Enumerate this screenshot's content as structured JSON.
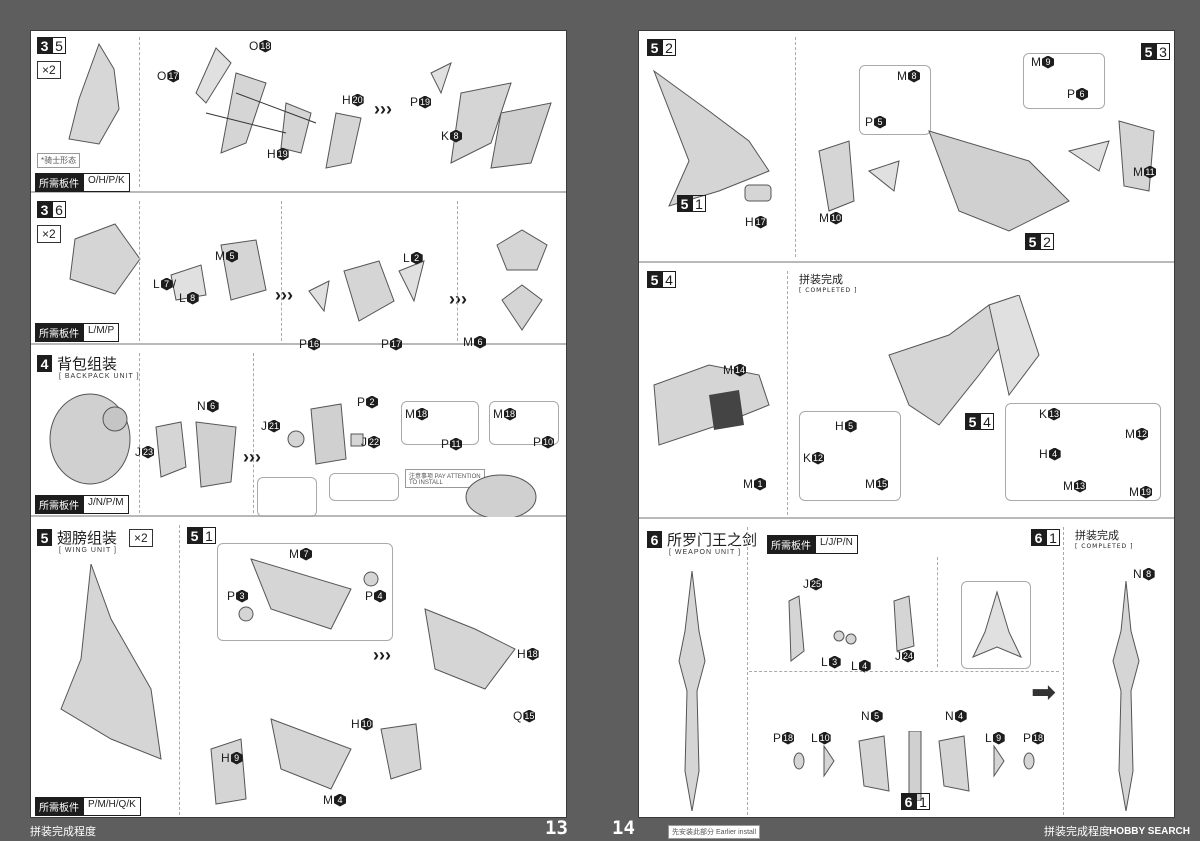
{
  "pages": {
    "left_number": "13",
    "right_number": "14"
  },
  "footer": {
    "left_text": "拼装完成程度",
    "right_text": "拼装完成程度",
    "watermark": "HOBBY SEARCH"
  },
  "left": {
    "s35": {
      "num": "3",
      "sub": "5",
      "times": "×2",
      "note": "*骑士形态",
      "parts_label": "所需板件",
      "parts": "O/H/P/K",
      "labels": [
        {
          "l": "O",
          "n": "18"
        },
        {
          "l": "O",
          "n": "17"
        },
        {
          "l": "H",
          "n": "20"
        },
        {
          "l": "H",
          "n": "19"
        },
        {
          "l": "P",
          "n": "19"
        },
        {
          "l": "K",
          "n": "8"
        }
      ]
    },
    "s36": {
      "num": "3",
      "sub": "6",
      "times": "×2",
      "parts_label": "所需板件",
      "parts": "L/M/P",
      "labels": [
        {
          "l": "M",
          "n": "5"
        },
        {
          "l": "L",
          "n": "7"
        },
        {
          "l": "L",
          "n": "8"
        },
        {
          "l": "L",
          "n": "2"
        },
        {
          "l": "P",
          "n": "16"
        },
        {
          "l": "P",
          "n": "17"
        },
        {
          "l": "M",
          "n": "6"
        }
      ]
    },
    "s4": {
      "num": "4",
      "title": "背包组装",
      "subtitle": "[ BACKPACK UNIT ]",
      "parts_label": "所需板件",
      "parts": "J/N/P/M",
      "warn": "注意事项 PAY ATTENTION TO INSTALL",
      "labels": [
        {
          "l": "N",
          "n": "6"
        },
        {
          "l": "J",
          "n": "23"
        },
        {
          "l": "J",
          "n": "21"
        },
        {
          "l": "P",
          "n": "2"
        },
        {
          "l": "J",
          "n": "22"
        },
        {
          "l": "M",
          "n": "18"
        },
        {
          "l": "P",
          "n": "11"
        },
        {
          "l": "M",
          "n": "18"
        },
        {
          "l": "P",
          "n": "10"
        }
      ]
    },
    "s5": {
      "num": "5",
      "title": "翅膀组装",
      "subtitle": "[ WING UNIT ]",
      "times": "×2",
      "parts_label": "所需板件",
      "parts": "P/M/H/Q/K",
      "step": {
        "num": "5",
        "sub": "1"
      },
      "labels": [
        {
          "l": "M",
          "n": "7"
        },
        {
          "l": "P",
          "n": "3"
        },
        {
          "l": "P",
          "n": "4"
        },
        {
          "l": "H",
          "n": "18"
        },
        {
          "l": "Q",
          "n": "15"
        },
        {
          "l": "H",
          "n": "10"
        },
        {
          "l": "H",
          "n": "9"
        },
        {
          "l": "M",
          "n": "4"
        }
      ]
    }
  },
  "right": {
    "s52": {
      "step_a": {
        "num": "5",
        "sub": "2"
      },
      "step_b": {
        "num": "5",
        "sub": "3"
      },
      "ref_a": {
        "num": "5",
        "sub": "1"
      },
      "ref_b": {
        "num": "5",
        "sub": "2"
      },
      "labels": [
        {
          "l": "H",
          "n": "17"
        },
        {
          "l": "M",
          "n": "8"
        },
        {
          "l": "P",
          "n": "5"
        },
        {
          "l": "M",
          "n": "9"
        },
        {
          "l": "P",
          "n": "6"
        },
        {
          "l": "M",
          "n": "11"
        },
        {
          "l": "M",
          "n": "10"
        }
      ]
    },
    "s54": {
      "step": {
        "num": "5",
        "sub": "4"
      },
      "ref": {
        "num": "5",
        "sub": "4"
      },
      "completed": "拼装完成",
      "completed_en": "[ COMPLETED ]",
      "labels": [
        {
          "l": "M",
          "n": "14"
        },
        {
          "l": "M",
          "n": "1"
        },
        {
          "l": "H",
          "n": "5"
        },
        {
          "l": "K",
          "n": "12"
        },
        {
          "l": "M",
          "n": "15"
        },
        {
          "l": "K",
          "n": "13"
        },
        {
          "l": "H",
          "n": "4"
        },
        {
          "l": "M",
          "n": "12"
        },
        {
          "l": "M",
          "n": "13"
        },
        {
          "l": "M",
          "n": "19"
        }
      ]
    },
    "s6": {
      "num": "6",
      "title": "所罗门王之剑",
      "subtitle": "[ WEAPON UNIT ]",
      "parts_label": "所需板件",
      "parts": "L/J/P/N",
      "step": {
        "num": "6",
        "sub": "1"
      },
      "ref": {
        "num": "6",
        "sub": "1"
      },
      "completed": "拼装完成",
      "completed_en": "[ COMPLETED ]",
      "labels": [
        {
          "l": "J",
          "n": "25"
        },
        {
          "l": "J",
          "n": "24"
        },
        {
          "l": "L",
          "n": "3"
        },
        {
          "l": "L",
          "n": "4"
        },
        {
          "l": "N",
          "n": "8"
        },
        {
          "l": "N",
          "n": "5"
        },
        {
          "l": "N",
          "n": "4"
        },
        {
          "l": "P",
          "n": "18"
        },
        {
          "l": "L",
          "n": "10"
        },
        {
          "l": "L",
          "n": "9"
        },
        {
          "l": "P",
          "n": "18"
        }
      ]
    },
    "install_note": "先安装此部分 Earlier install"
  }
}
